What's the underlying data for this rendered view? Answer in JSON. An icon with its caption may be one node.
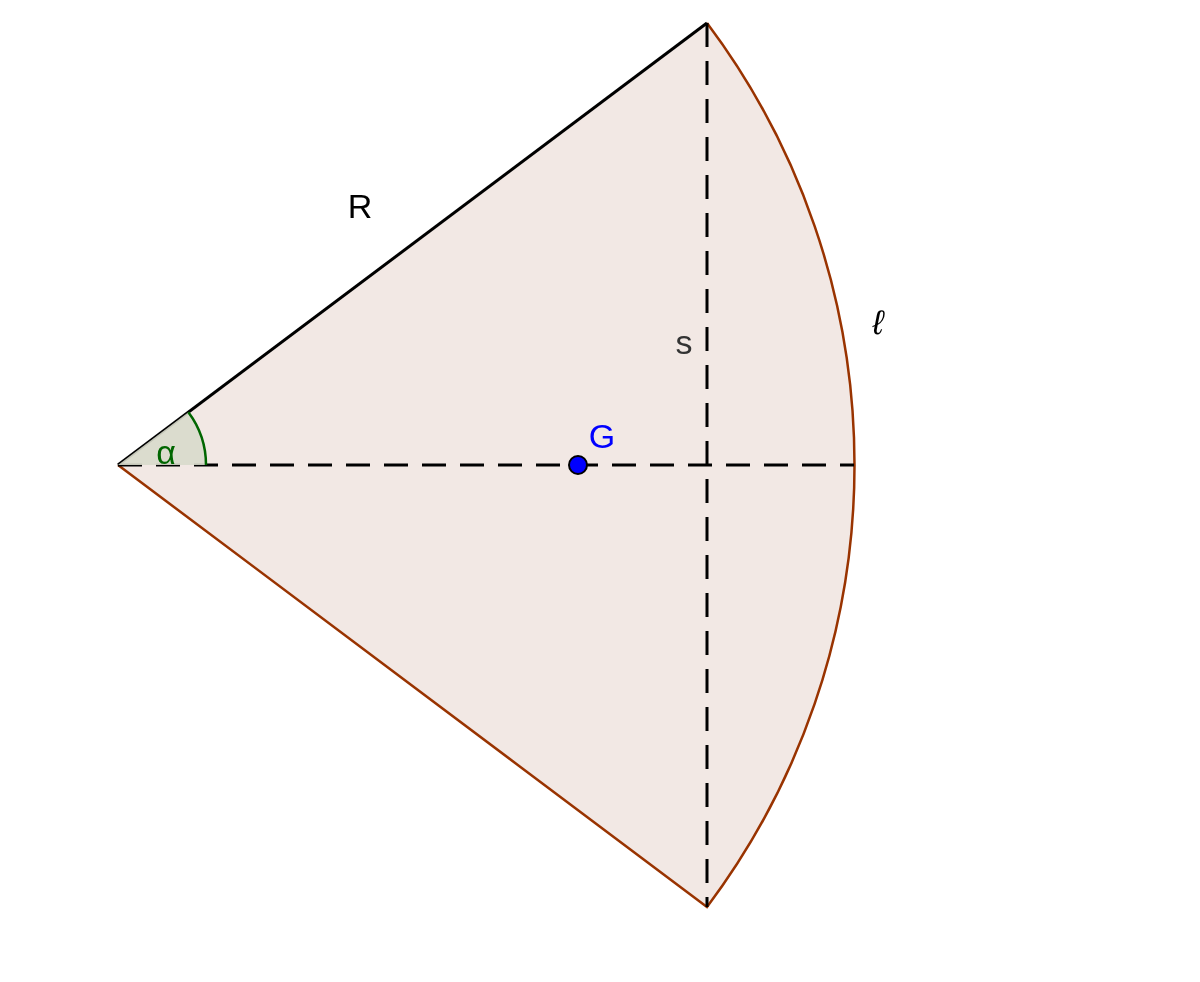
{
  "diagram": {
    "labels": [
      "R",
      "ℓ",
      "s",
      "G",
      "α"
    ]
  }
}
